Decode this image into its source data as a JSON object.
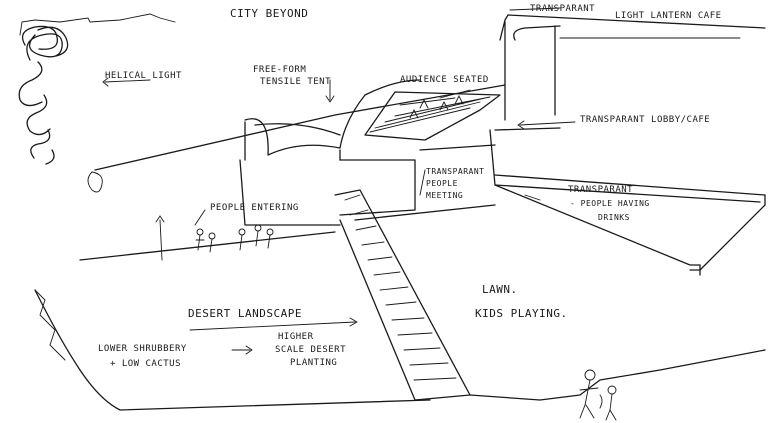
{
  "labels": {
    "city_beyond": "CITY BEYOND",
    "transparent_top": "TRANSPARANT",
    "lantern_cafe": "LIGHT LANTERN CAFE",
    "helical_light": "HELICAL LIGHT",
    "tensile_tent_1": "FREE-FORM",
    "tensile_tent_2": "TENSILE TENT",
    "audience_seated": "AUDIENCE SEATED",
    "lobby_cafe": "TRANSPARANT LOBBY/CAFE",
    "people_meeting_1": "TRANSPARANT",
    "people_meeting_2": "PEOPLE",
    "people_meeting_3": "MEETING",
    "drinks_1": "TRANSPARANT",
    "drinks_2": "- PEOPLE HAVING",
    "drinks_3": "DRINKS",
    "people_entering": "PEOPLE ENTERING",
    "desert_landscape": "DESERT LANDSCAPE",
    "lawn": "LAWN.",
    "kids_playing": "KIDS PLAYING.",
    "shrubbery_1": "LOWER SHRUBBERY",
    "shrubbery_2": "+ LOW CACTUS",
    "higher_planting_1": "HIGHER",
    "higher_planting_2": "SCALE DESERT",
    "higher_planting_3": "PLANTING"
  }
}
